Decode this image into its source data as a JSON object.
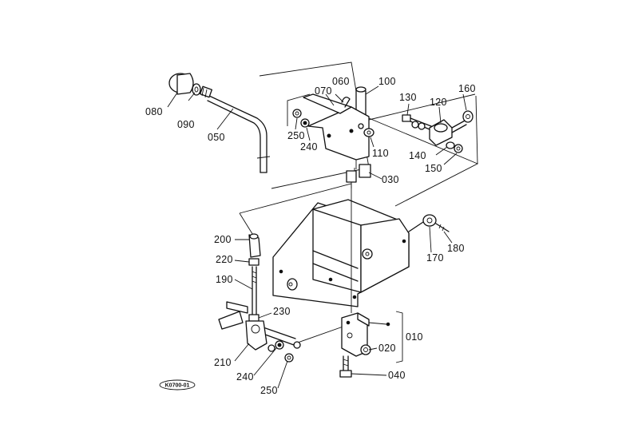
{
  "diagram": {
    "code": "K0700-01",
    "labels": {
      "l010": "010",
      "l020": "020",
      "l030": "030",
      "l040": "040",
      "l050": "050",
      "l060": "060",
      "l070": "070",
      "l080": "080",
      "l090": "090",
      "l100": "100",
      "l110": "110",
      "l120": "120",
      "l130": "130",
      "l140": "140",
      "l150": "150",
      "l160": "160",
      "l170": "170",
      "l180": "180",
      "l190": "190",
      "l200": "200",
      "l210": "210",
      "l220": "220",
      "l230": "230",
      "l240a": "240",
      "l240b": "240",
      "l250a": "250",
      "l250b": "250"
    }
  }
}
